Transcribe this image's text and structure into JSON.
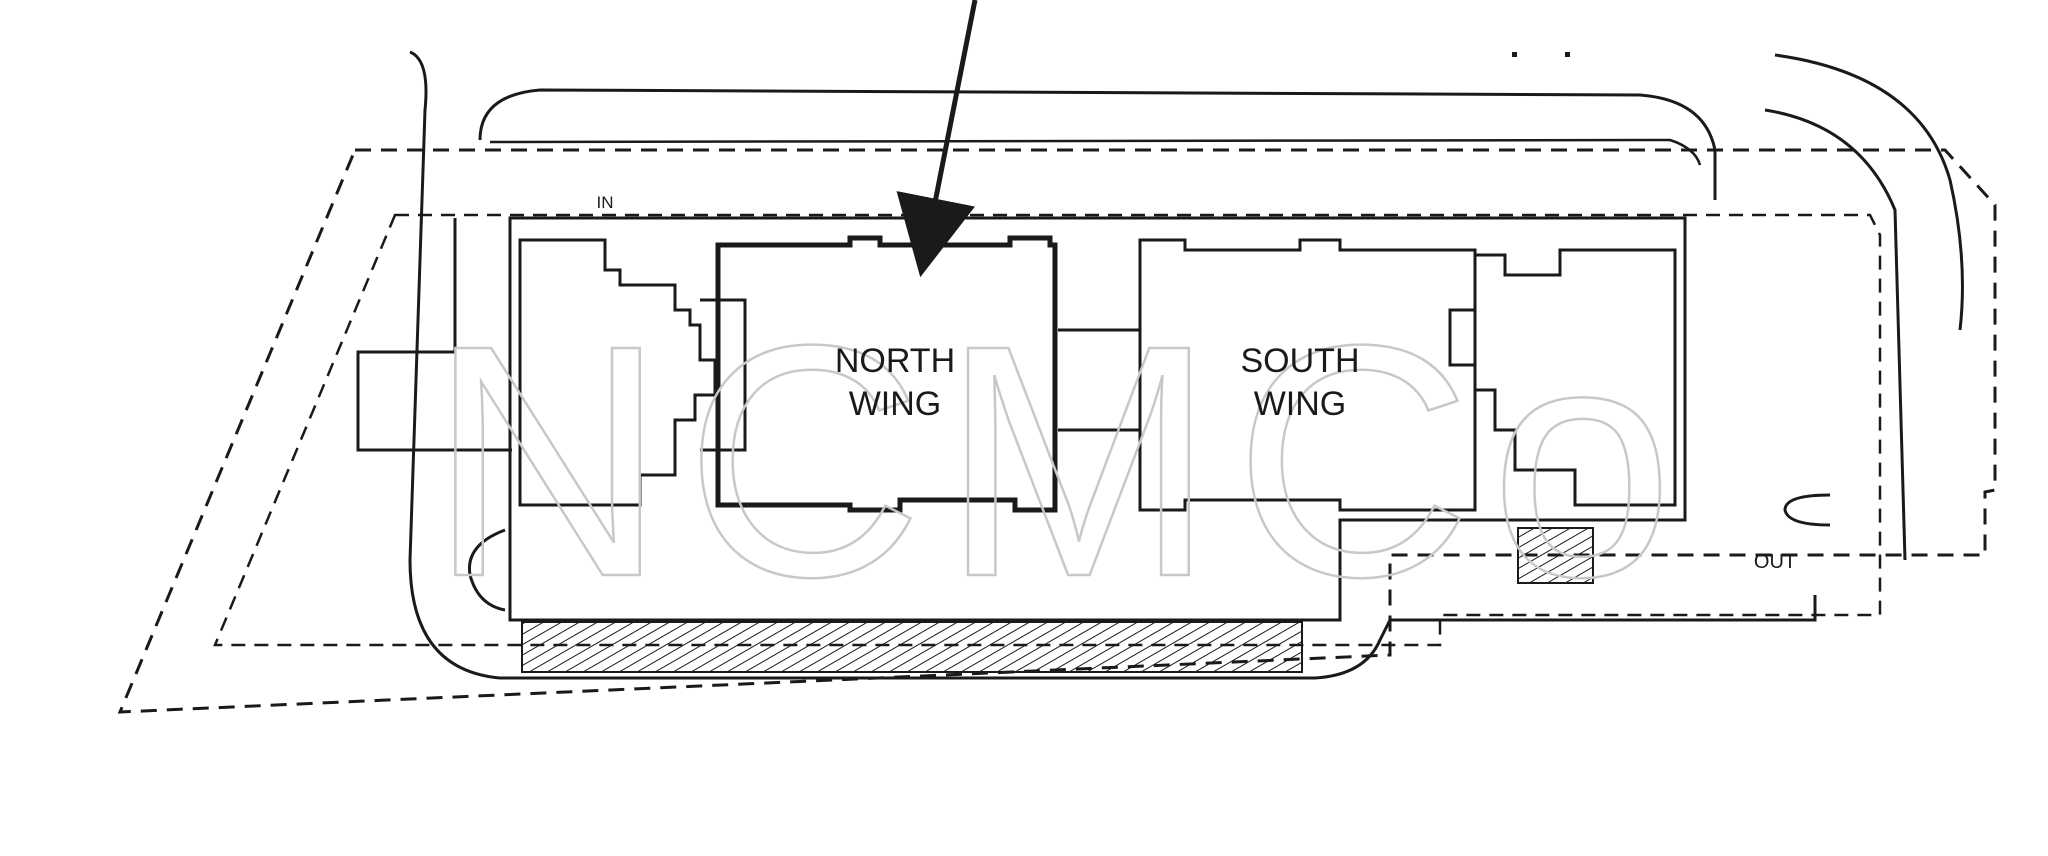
{
  "site_plan": {
    "wings": [
      {
        "line1": "NORTH",
        "line2": "WING"
      },
      {
        "line1": "SOUTH",
        "line2": "WING"
      }
    ],
    "entrance_label": "IN",
    "exit_label": "OUT",
    "watermark": "NCMCo"
  },
  "colors": {
    "ink": "#1a1a1a",
    "watermark": "#c8c8c8",
    "background": "#ffffff"
  }
}
